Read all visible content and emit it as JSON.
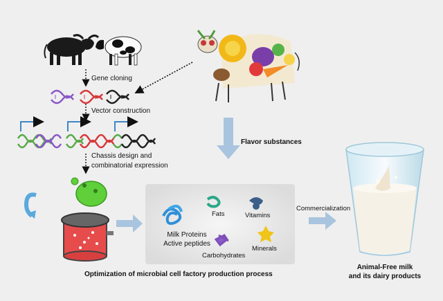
{
  "steps": {
    "gene_cloning": "Gene cloning",
    "vector_construction": "Vector construction",
    "chassis_line1": "Chassis design and",
    "chassis_line2": "combinatorial expression"
  },
  "flavor": "Flavor substances",
  "panel": {
    "milk_proteins": "Milk Proteins",
    "active_peptides": "Active peptides",
    "fats": "Fats",
    "vitamins": "Vitamins",
    "minerals": "Minerals",
    "carbohydrates": "Carbohydrates"
  },
  "commercialization": "Commercialization",
  "optimization": "Optimization of microbial cell factory production process",
  "result": {
    "line1": "Animal-Free milk",
    "line2": "and its dairy products"
  },
  "colors": {
    "arrow": "#a9c4de",
    "dna_purple": "#8a56c8",
    "dna_red": "#d8383a",
    "dna_green": "#5aa84a",
    "promoter": "#3d86c6",
    "reactor_red": "#e74c4c",
    "microbe_green": "#5fcf3a"
  },
  "icons": [
    "buffalo-icon",
    "cow-icon",
    "dna-icon",
    "promoter-arrow-icon",
    "microbe-icon",
    "bioreactor-icon",
    "cycle-arrow-icon",
    "protein-icon",
    "fat-icon",
    "vitamin-icon",
    "mineral-icon",
    "carbohydrate-icon",
    "fruit-cow-icon",
    "milk-glass-icon"
  ]
}
